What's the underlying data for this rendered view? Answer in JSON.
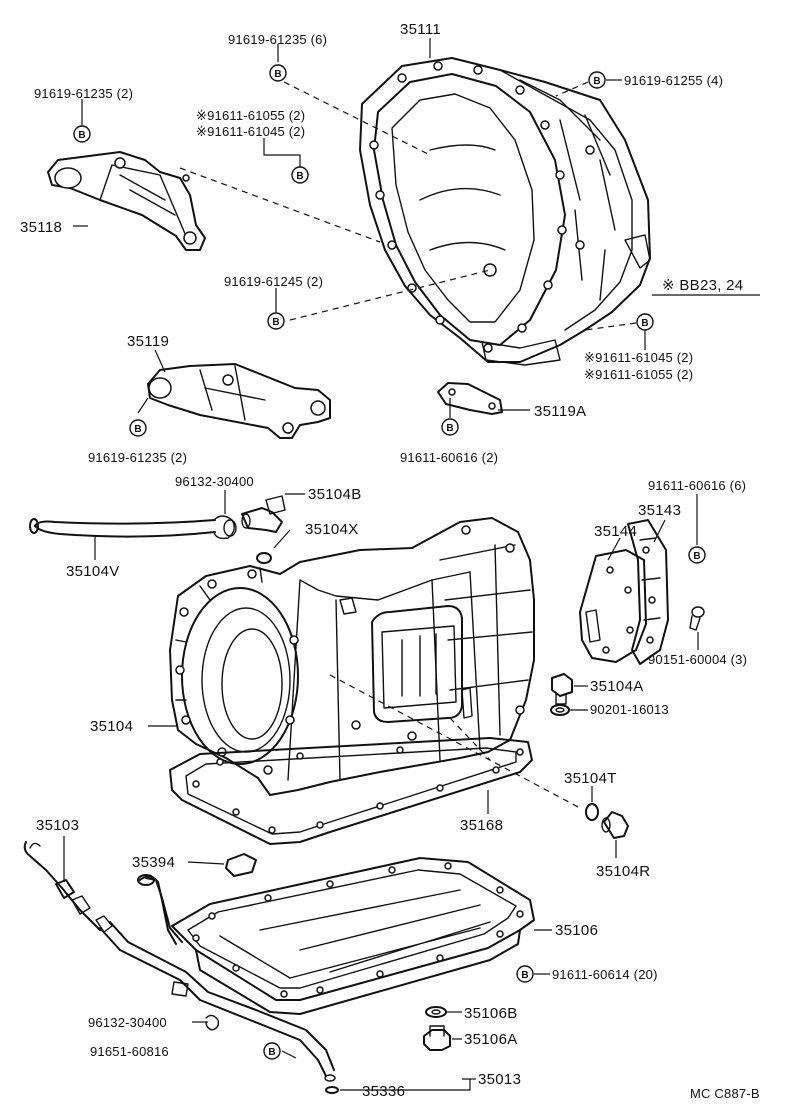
{
  "labels": {
    "housing_bolts_6": "91619-61235 (6)",
    "converter_housing": "35111",
    "housing_bolts_4": "91619-61255 (4)",
    "bracket_bolts_top": "91619-61235 (2)",
    "bolt_star_a": "※91611-61055 (2)",
    "bolt_star_b": "※91611-61045 (2)",
    "bracket_35118": "35118",
    "bolts_61245": "91619-61245 (2)",
    "note_bb": "※ BB23, 24",
    "bracket_35119": "35119",
    "bolt_star_c": "※91611-61045 (2)",
    "bolt_star_d": "※91611-61055 (2)",
    "plate_35119a": "35119A",
    "bracket_bolts_bottom": "91619-61235 (2)",
    "bolts_60616_2": "91611-60616 (2)",
    "clip_30400_top": "96132-30400",
    "union_35104b": "35104B",
    "oring_35104x": "35104X",
    "hose_35104v": "35104V",
    "bolts_60616_6": "91611-60616 (6)",
    "plate_35144": "35144",
    "plate_35143": "35143",
    "screw_60004": "90151-60004 (3)",
    "case_35104": "35104",
    "bolt_35104a": "35104A",
    "washer_16013": "90201-16013",
    "oring_35104t": "35104T",
    "gasket_35168": "35168",
    "plug_35104r": "35104R",
    "dipstick_35103": "35103",
    "magnet_35394": "35394",
    "oil_pan_35106": "35106",
    "pan_bolts_60614": "91611-60614 (20)",
    "clip_30400_bottom": "96132-30400",
    "drain_gasket_35106b": "35106B",
    "bolt_60816": "91651-60816",
    "drain_plug_35106a": "35106A",
    "oring_35336": "35336",
    "tube_35013": "35013",
    "diagram_code": "MC C887-B"
  },
  "icons": {
    "bolt_marker": "B"
  }
}
